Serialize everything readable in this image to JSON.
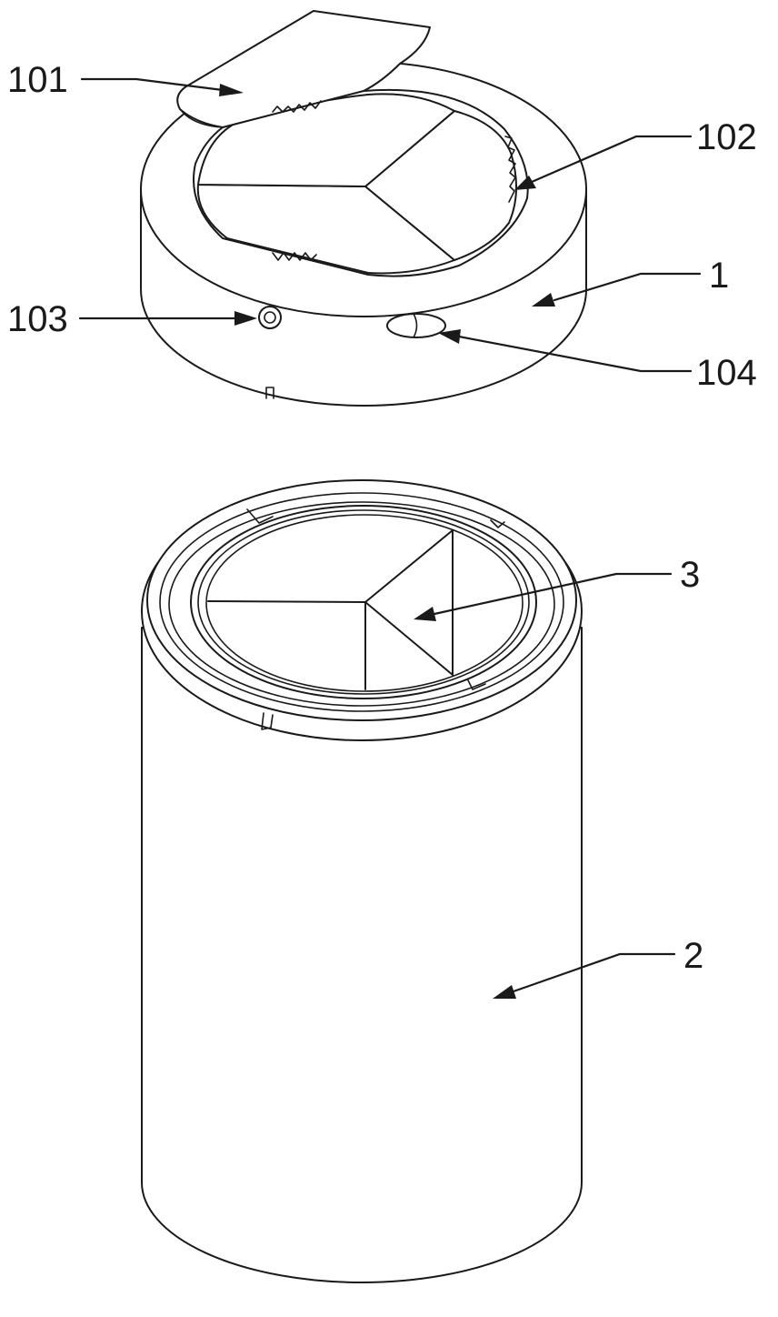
{
  "figure": {
    "labels": {
      "cover_plate": "101",
      "serrated_edge": "102",
      "button": "103",
      "slot": "104",
      "lid": "1",
      "valve": "3",
      "body": "2"
    }
  }
}
